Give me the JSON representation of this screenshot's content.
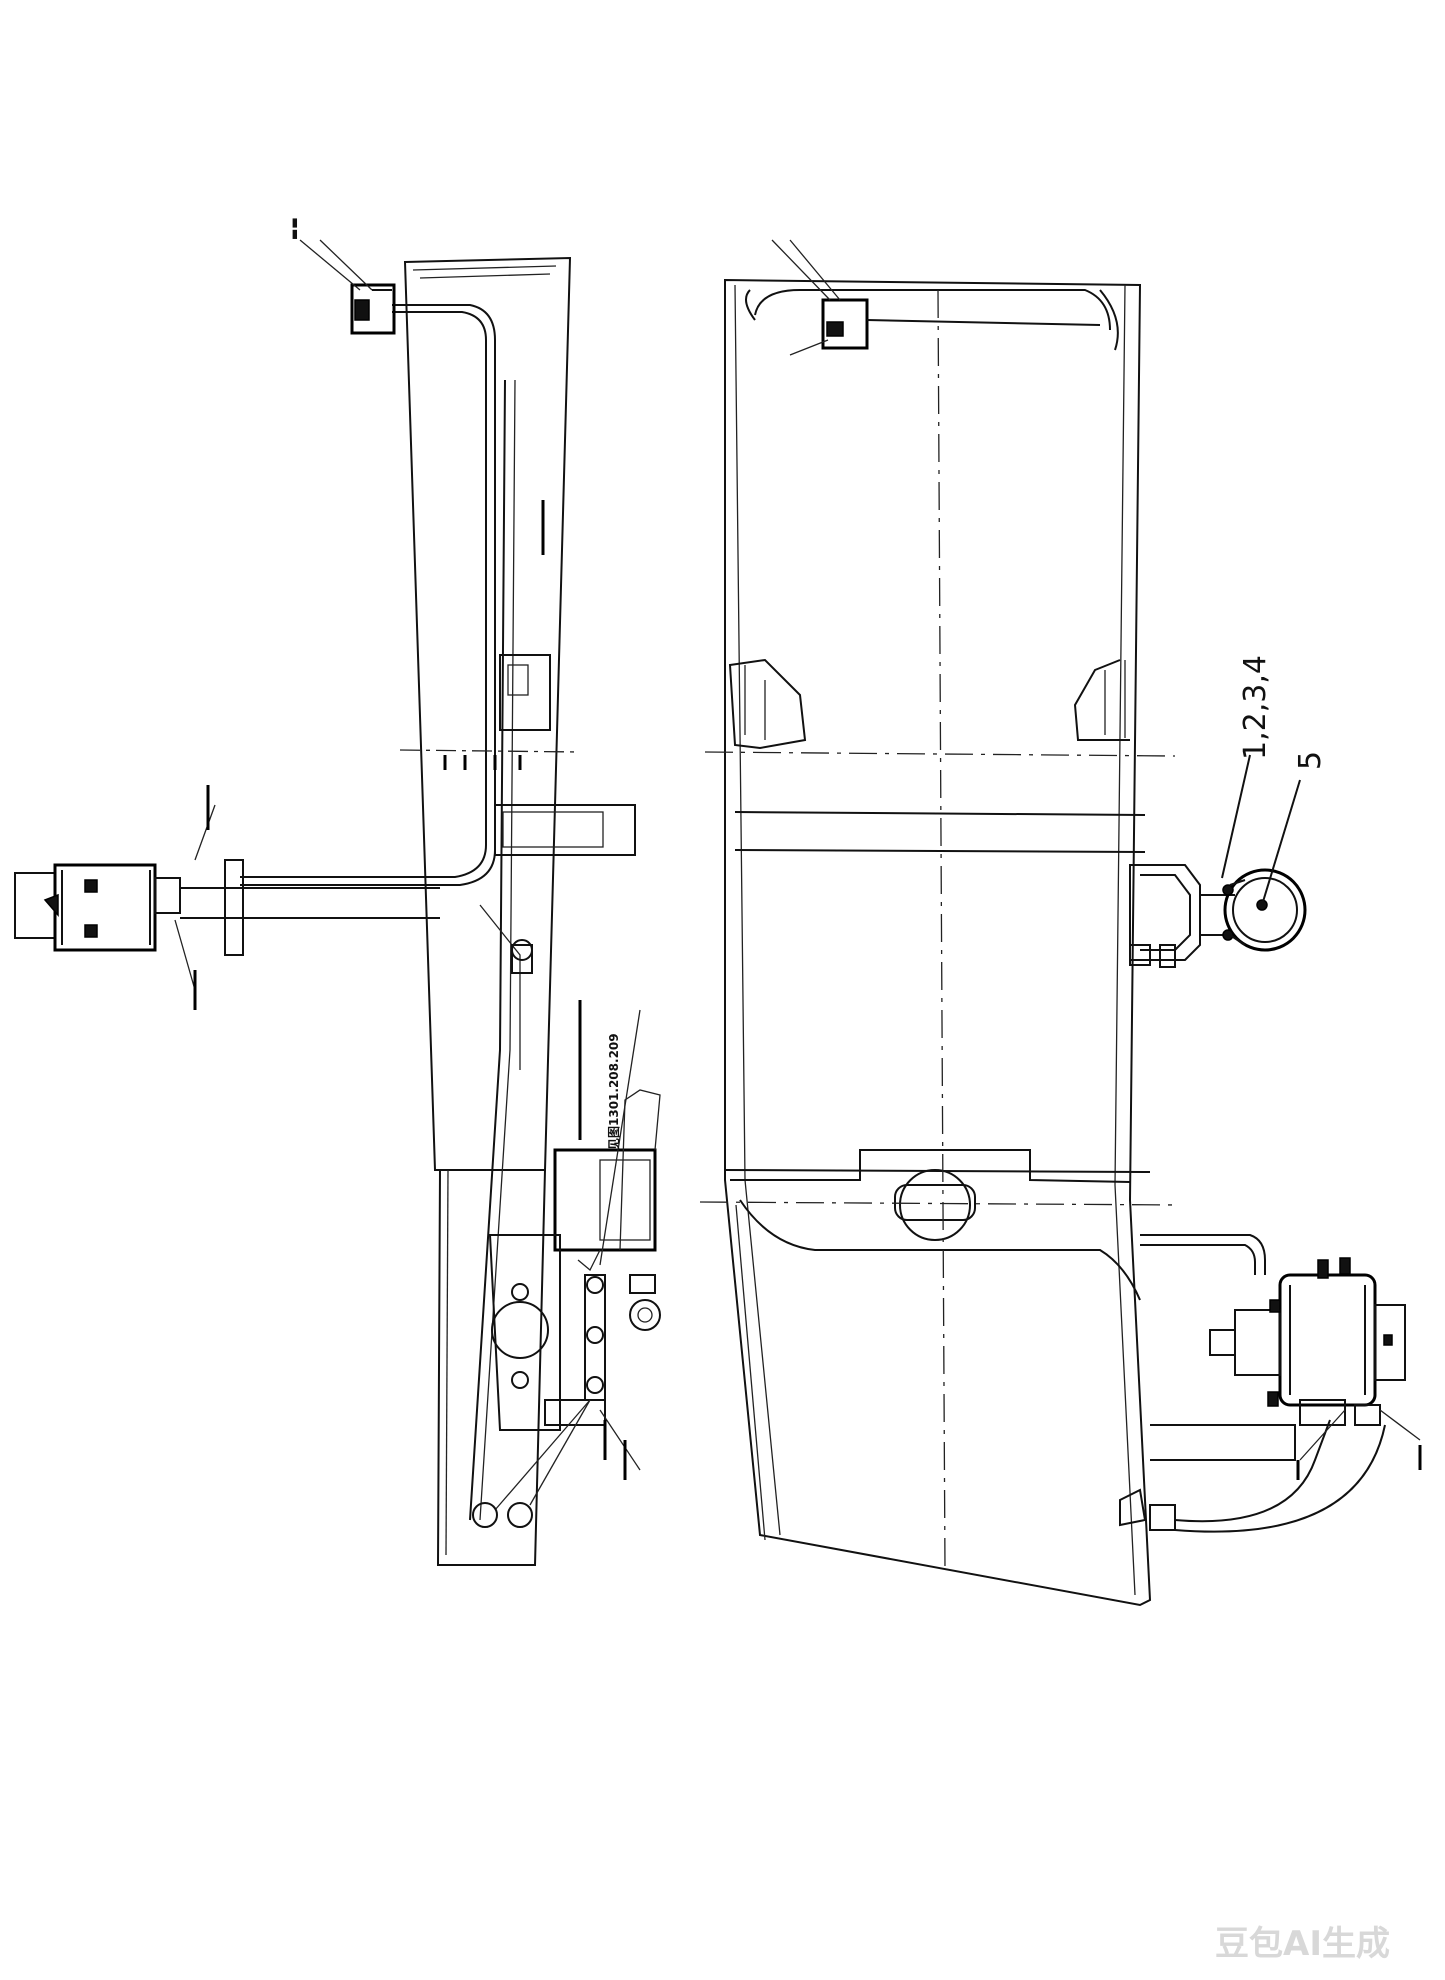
{
  "callouts": {
    "parts_a": "1,2,3,4",
    "parts_b": "5"
  },
  "refs": {
    "drawings": "见图1301.208.209"
  },
  "watermark": "豆包AI生成",
  "colors": {
    "ink": "#111111",
    "paper": "#ffffff",
    "watermark": "#d8d8d8"
  }
}
